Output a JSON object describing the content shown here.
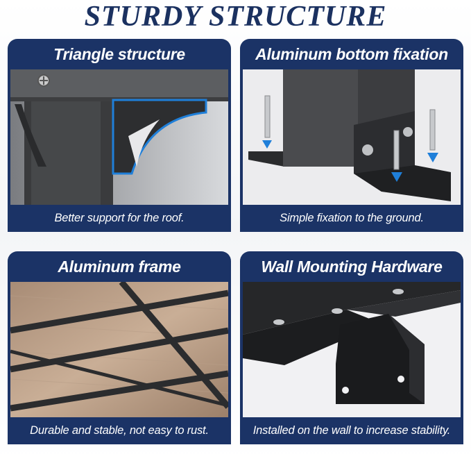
{
  "title": "STURDY STRUCTURE",
  "cards": [
    {
      "heading": "Triangle structure",
      "caption": "Better support for the roof."
    },
    {
      "heading": "Aluminum bottom fixation",
      "caption": "Simple fixation to the ground."
    },
    {
      "heading": "Aluminum frame",
      "caption": "Durable and stable, not easy to rust."
    },
    {
      "heading": "Wall Mounting Hardware",
      "caption": "Installed on the wall to increase stability."
    }
  ],
  "colors": {
    "brand_navy": "#1b3366",
    "title_navy": "#1b3160",
    "accent_blue": "#1f7fd9"
  }
}
